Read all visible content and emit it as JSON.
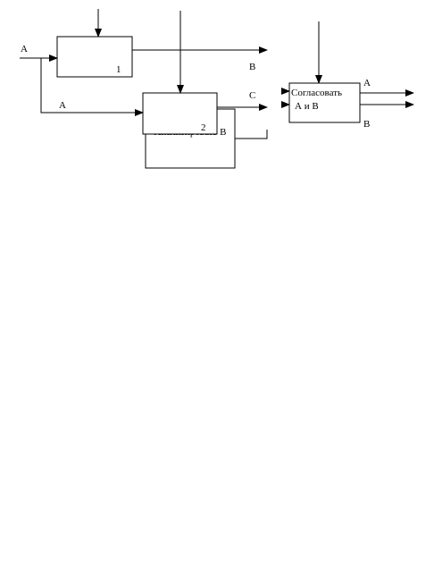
{
  "diagram": {
    "box1": {
      "number": "1"
    },
    "box2": {
      "number": "2",
      "hidden_title": "Анализировать В"
    },
    "box3": {
      "title_line1": "Согласовать",
      "title_line2": "А и В"
    },
    "labels": {
      "input_a_left": "A",
      "input_a_lower": "A",
      "output_b": "B",
      "output_c": "C",
      "out_a": "A",
      "out_b": "B"
    }
  }
}
